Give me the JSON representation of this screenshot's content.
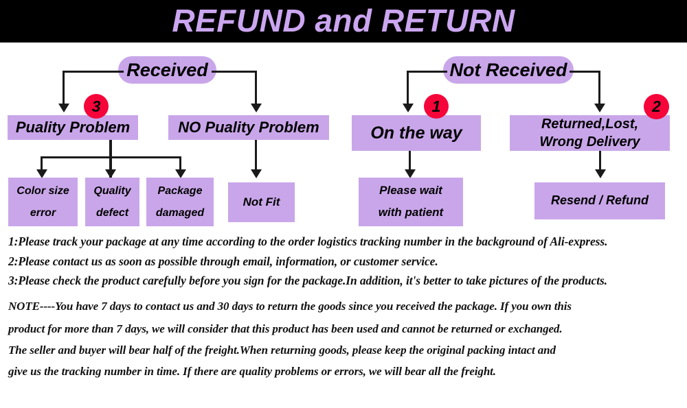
{
  "header": {
    "title": "REFUND and RETURN",
    "bg_color": "#000000",
    "text_color": "#cba6f0"
  },
  "palette": {
    "node_fill": "#c9a6e9",
    "badge_fill": "#f5053a",
    "line_color": "#1a1a1a",
    "text_color": "#111111"
  },
  "flow": {
    "roots": [
      {
        "id": "received",
        "label": "Received"
      },
      {
        "id": "not-received",
        "label": "Not Received"
      }
    ],
    "level2": [
      {
        "id": "puality-problem",
        "label": "Puality Problem",
        "badge": "3"
      },
      {
        "id": "no-puality-problem",
        "label": "NO Puality Problem",
        "badge": ""
      },
      {
        "id": "on-the-way",
        "label": "On the way",
        "badge": "1"
      },
      {
        "id": "returned-lost-wrong-delivery",
        "line1": "Returned,Lost,",
        "line2": "Wrong Delivery",
        "badge": "2"
      }
    ],
    "level3": [
      {
        "id": "color-size-error",
        "line1": "Color size",
        "line2": "error"
      },
      {
        "id": "quality-defect",
        "line1": "Quality",
        "line2": "defect"
      },
      {
        "id": "package-damaged",
        "line1": "Package",
        "line2": "damaged"
      },
      {
        "id": "not-fit",
        "line1": "Not Fit",
        "line2": ""
      },
      {
        "id": "please-wait",
        "line1": "Please wait",
        "line2": "with patient"
      },
      {
        "id": "resend-refund",
        "line1": "Resend / Refund",
        "line2": ""
      }
    ],
    "badges": [
      {
        "id": "badge-3",
        "value": "3"
      },
      {
        "id": "badge-1",
        "value": "1"
      },
      {
        "id": "badge-2",
        "value": "2"
      }
    ]
  },
  "notes": {
    "numbered": [
      "1:Please track your package at any time according to the order logistics tracking number in the background of Ali-express.",
      "2:Please contact us as soon as possible through email, information, or customer service.",
      "3:Please check the product carefully before you sign for the package.In addition, it's better to take pictures of the products."
    ],
    "paragraph": [
      "NOTE----You have 7 days to contact us and 30 days to return the goods since you received the package. If you own this",
      "product for more than 7 days, we will consider that this product has been used and cannot be returned or exchanged.",
      "The seller and buyer will bear half of the freight.When returning goods, please keep the original packing intact and",
      "give us the tracking number in time. If there are quality problems or errors, we will bear all the freight."
    ]
  }
}
